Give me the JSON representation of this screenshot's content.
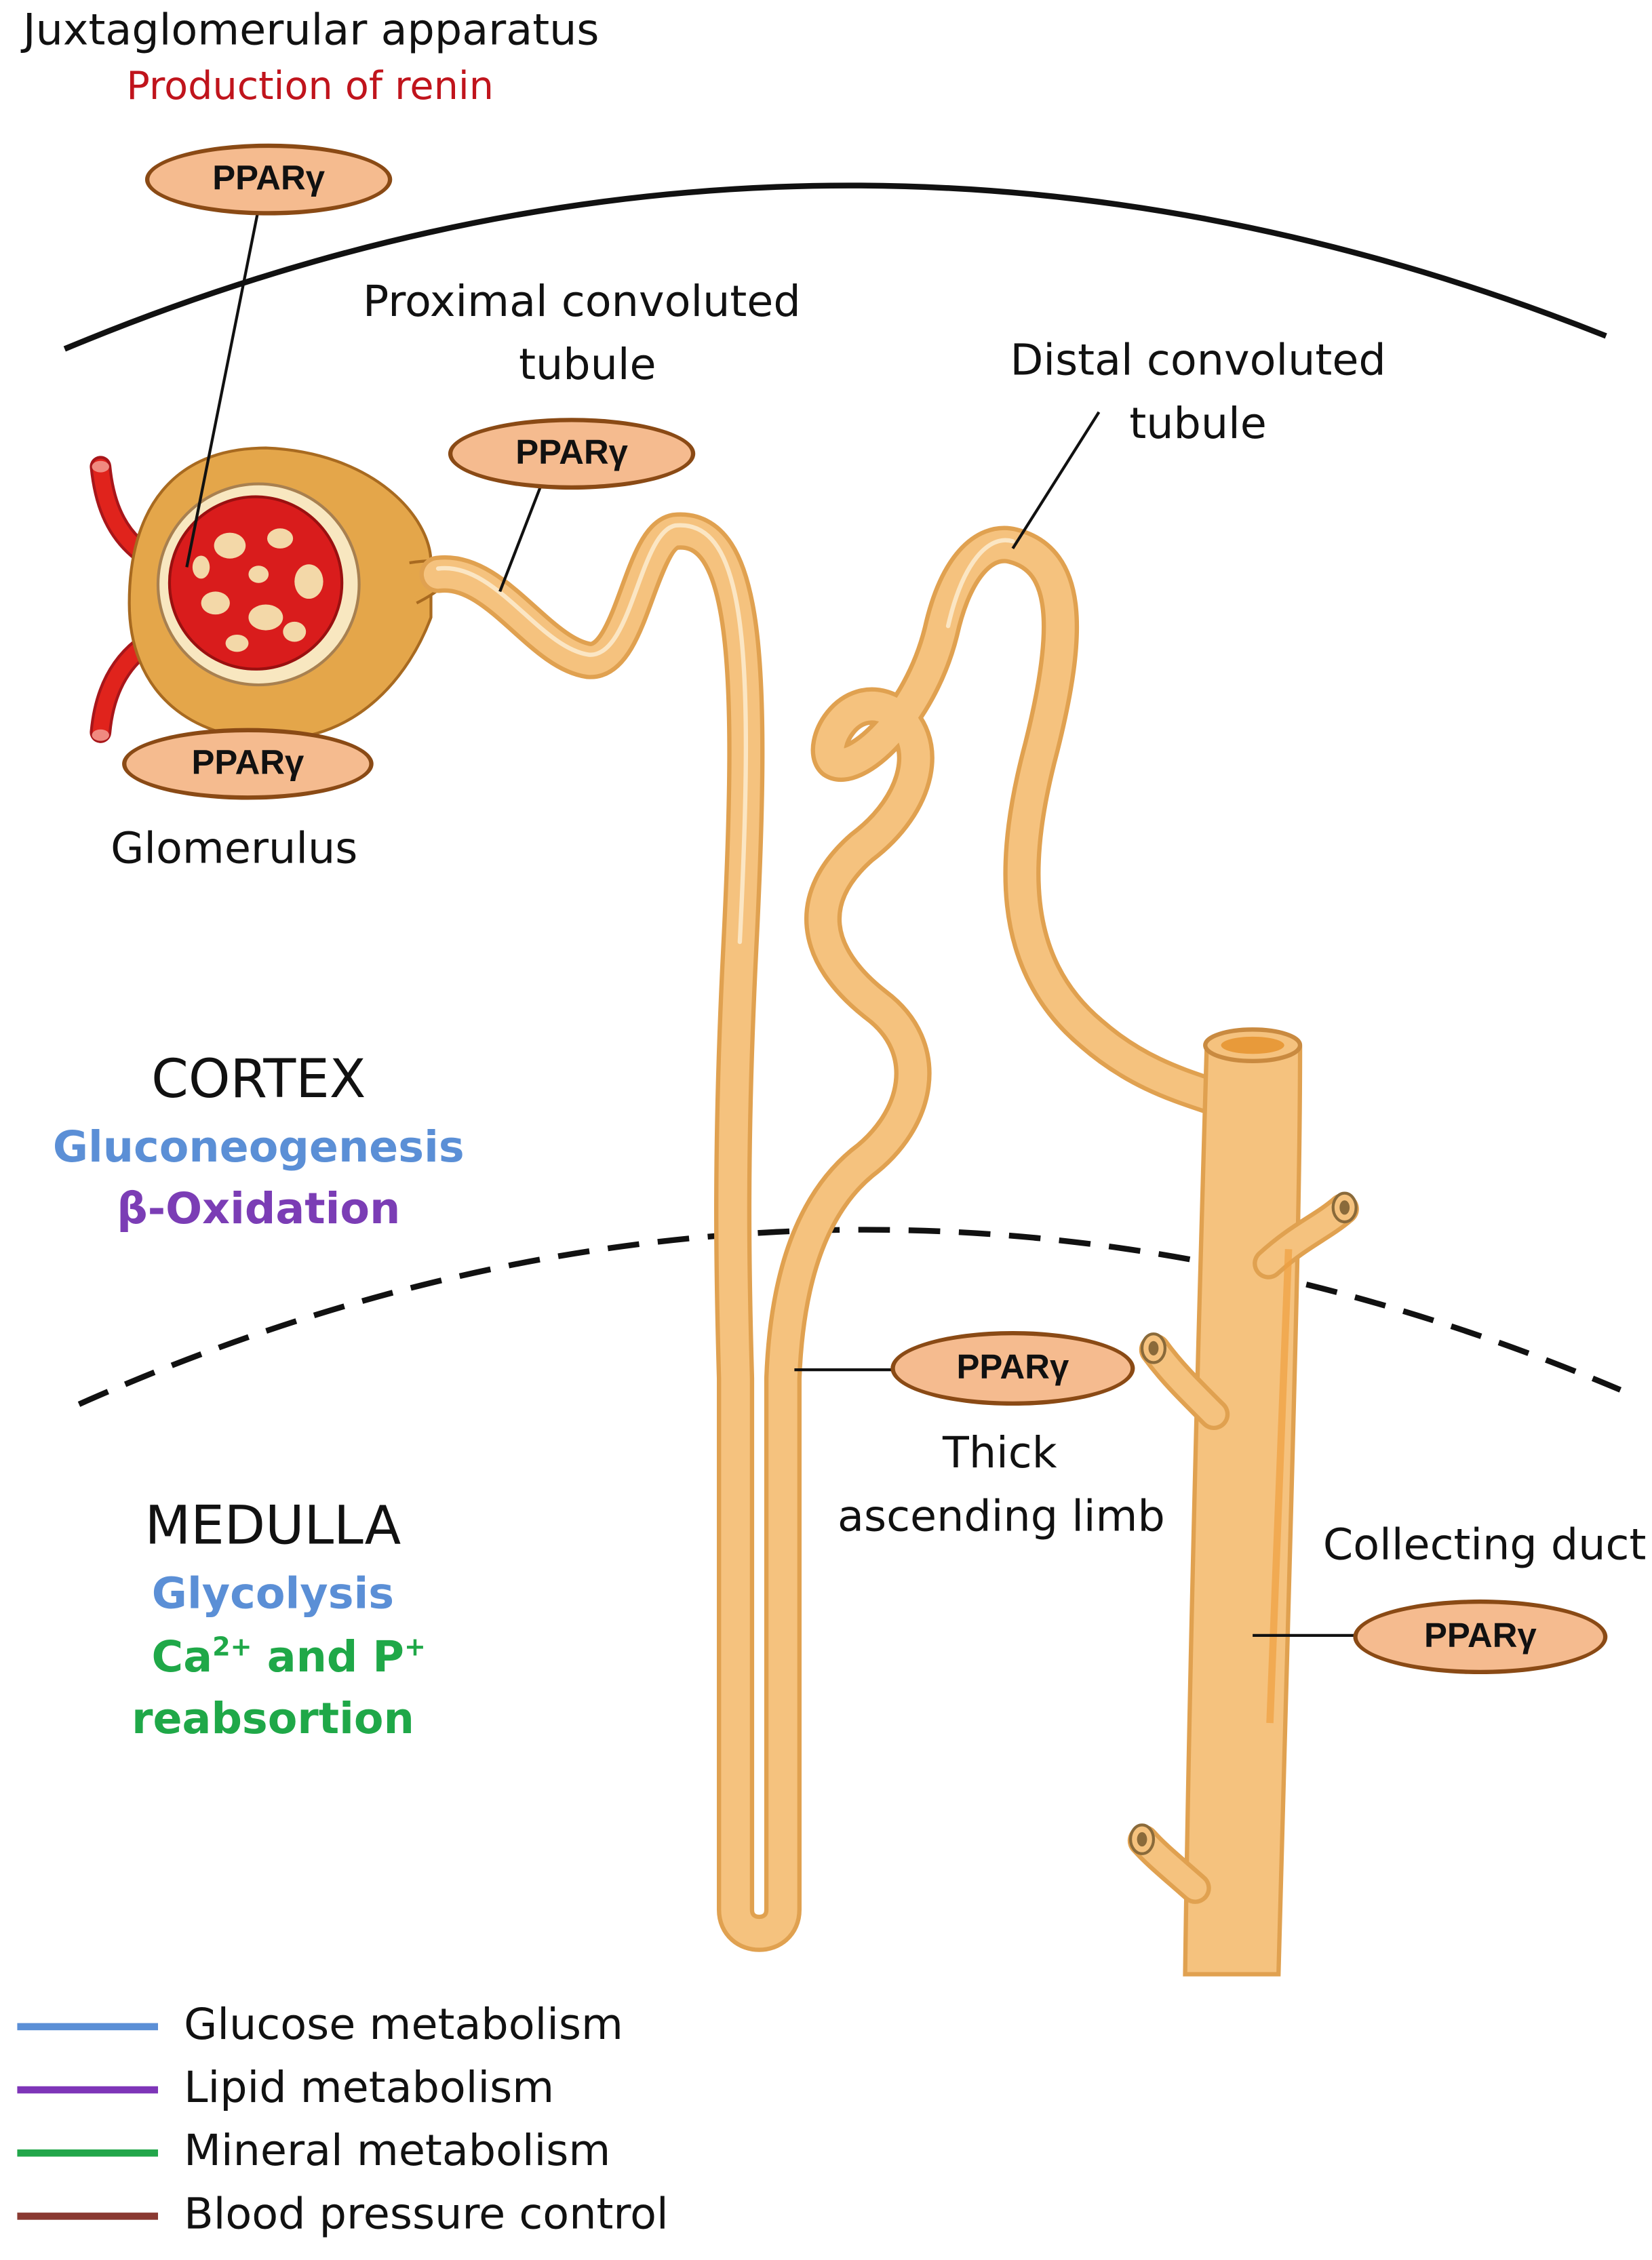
{
  "labels": {
    "jga_title": "Juxtaglomerular apparatus",
    "jga_function": "Production of renin",
    "pct_line1": "Proximal convoluted",
    "pct_line2": "tubule",
    "dct_line1": "Distal convoluted",
    "dct_line2": "tubule",
    "glomerulus": "Glomerulus",
    "tal_line1": "Thick",
    "tal_line2": "ascending limb",
    "collecting_duct": "Collecting duct"
  },
  "ppar_label": "PPARγ",
  "regions": {
    "cortex": {
      "name": "CORTEX",
      "functions": [
        "Gluconeogenesis",
        "β-Oxidation"
      ]
    },
    "medulla": {
      "name": "MEDULLA",
      "functions": [
        "Glycolysis",
        "reabsortion"
      ],
      "mineral_prefix": "Ca",
      "mineral_sup1": "2+",
      "mineral_mid": " and P",
      "mineral_sup2": "+"
    }
  },
  "legend": [
    {
      "label": "Glucose metabolism",
      "color": "#5b8fd6"
    },
    {
      "label": "Lipid metabolism",
      "color": "#7e35b8"
    },
    {
      "label": "Mineral metabolism",
      "color": "#22a64a"
    },
    {
      "label": "Blood pressure control",
      "color": "#8a3a32"
    }
  ],
  "colors": {
    "renin_text": "#c0141c",
    "glucose_text": "#5b8fd6",
    "lipid_text": "#7b3db5",
    "mineral_text": "#1fa848",
    "tubule_fill": "#f5c27e",
    "tubule_edge": "#e0a150",
    "capsule_fill": "#e4a64a",
    "vessel": "#e0231c"
  }
}
